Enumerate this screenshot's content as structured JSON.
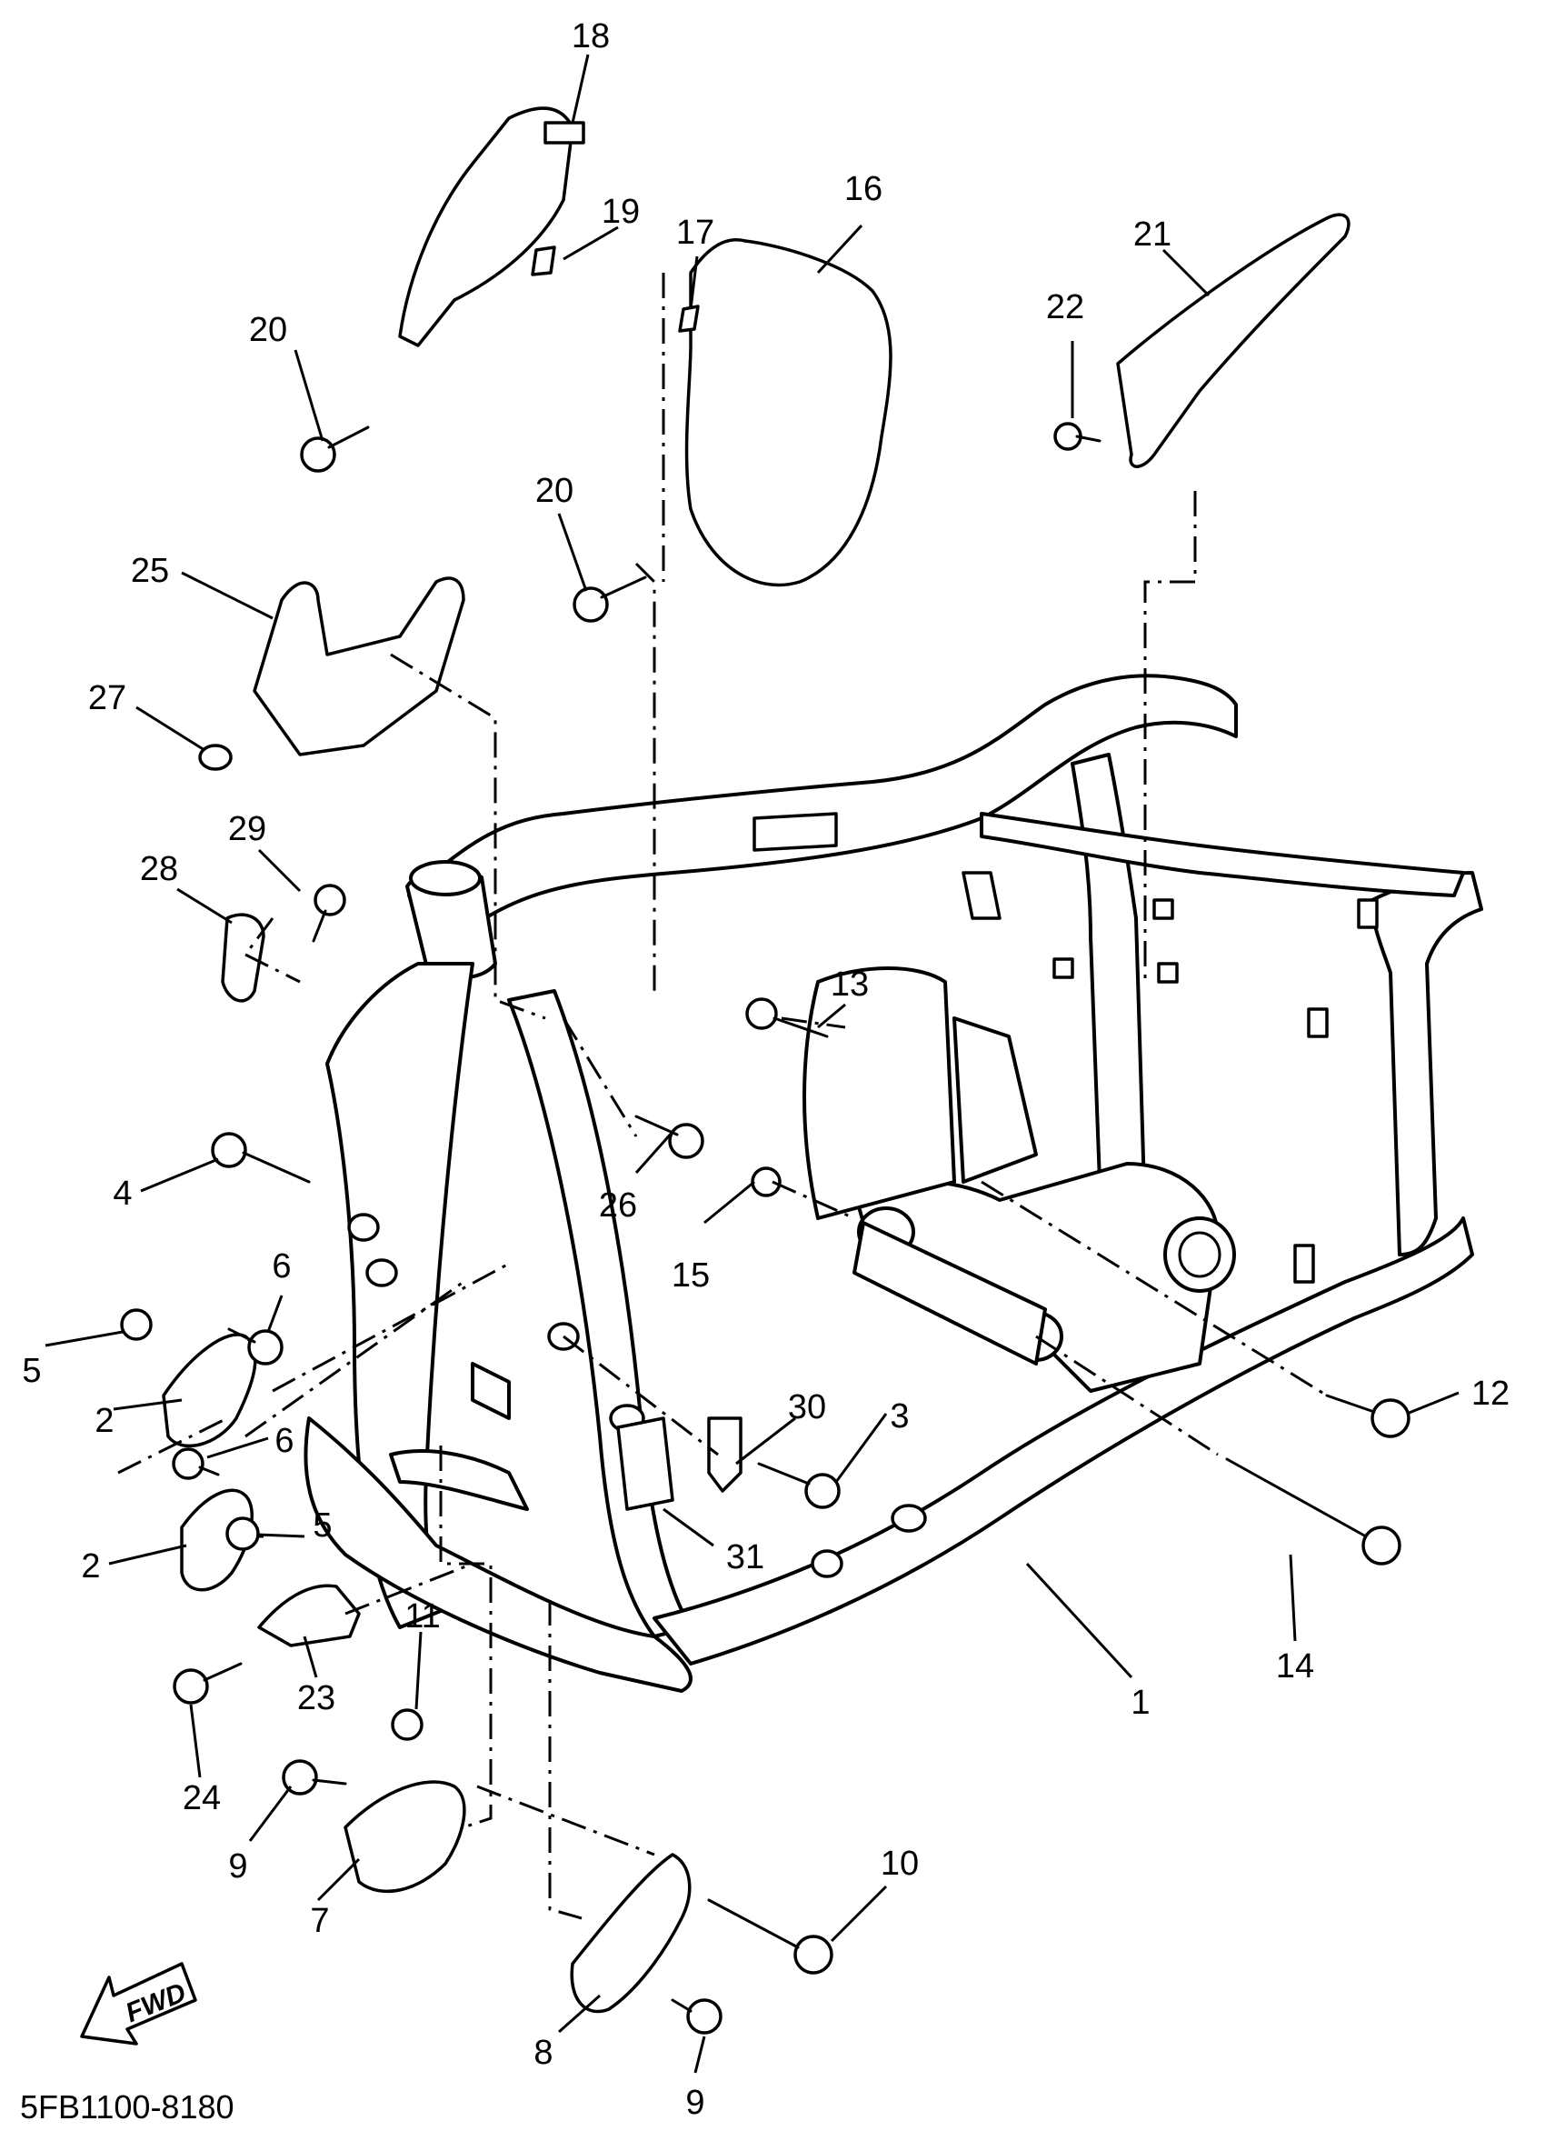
{
  "callouts": [
    {
      "id": "c1",
      "label": "1"
    },
    {
      "id": "c2a",
      "label": "2"
    },
    {
      "id": "c2b",
      "label": "2"
    },
    {
      "id": "c3",
      "label": "3"
    },
    {
      "id": "c4",
      "label": "4"
    },
    {
      "id": "c5a",
      "label": "5"
    },
    {
      "id": "c5b",
      "label": "5"
    },
    {
      "id": "c6a",
      "label": "6"
    },
    {
      "id": "c6b",
      "label": "6"
    },
    {
      "id": "c7",
      "label": "7"
    },
    {
      "id": "c8",
      "label": "8"
    },
    {
      "id": "c9a",
      "label": "9"
    },
    {
      "id": "c9b",
      "label": "9"
    },
    {
      "id": "c10",
      "label": "10"
    },
    {
      "id": "c11",
      "label": "11"
    },
    {
      "id": "c12",
      "label": "12"
    },
    {
      "id": "c13",
      "label": "13"
    },
    {
      "id": "c14",
      "label": "14"
    },
    {
      "id": "c15",
      "label": "15"
    },
    {
      "id": "c16",
      "label": "16"
    },
    {
      "id": "c17",
      "label": "17"
    },
    {
      "id": "c18",
      "label": "18"
    },
    {
      "id": "c19",
      "label": "19"
    },
    {
      "id": "c20a",
      "label": "20"
    },
    {
      "id": "c20b",
      "label": "20"
    },
    {
      "id": "c21",
      "label": "21"
    },
    {
      "id": "c22",
      "label": "22"
    },
    {
      "id": "c23",
      "label": "23"
    },
    {
      "id": "c24",
      "label": "24"
    },
    {
      "id": "c25",
      "label": "25"
    },
    {
      "id": "c26",
      "label": "26"
    },
    {
      "id": "c27",
      "label": "27"
    },
    {
      "id": "c28",
      "label": "28"
    },
    {
      "id": "c29",
      "label": "29"
    },
    {
      "id": "c30",
      "label": "30"
    },
    {
      "id": "c31",
      "label": "31"
    }
  ],
  "direction_arrow": {
    "label": "FWD"
  },
  "catalog_number": "5FB1100-8180"
}
